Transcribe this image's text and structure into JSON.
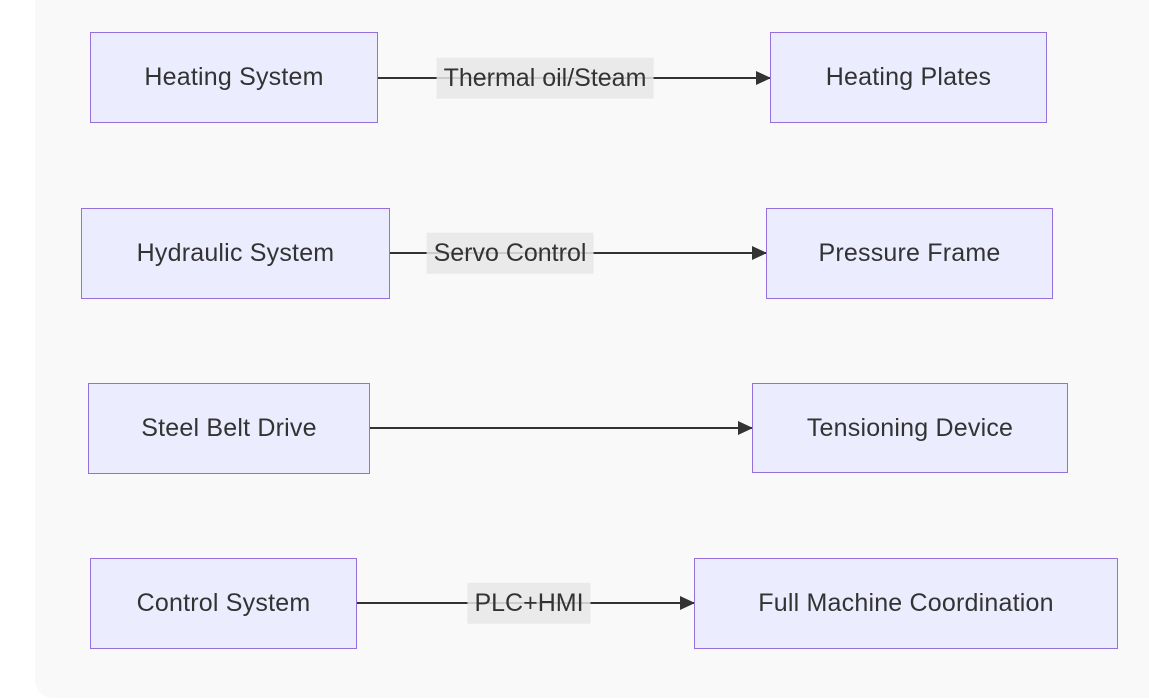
{
  "diagram": {
    "colors": {
      "page_bg": "#ffffff",
      "panel_bg": "#f9f9f9",
      "node_fill": "#ececff",
      "node_border": "#9370db",
      "edge_color": "#333333",
      "text_color": "#333333",
      "edge_label_bg": "#e8e8e8"
    },
    "rows": [
      {
        "source": "Heating System",
        "edge_label": "Thermal oil/Steam",
        "target": "Heating Plates"
      },
      {
        "source": "Hydraulic System",
        "edge_label": "Servo Control",
        "target": "Pressure Frame"
      },
      {
        "source": "Steel Belt Drive",
        "edge_label": "",
        "target": "Tensioning Device"
      },
      {
        "source": "Control System",
        "edge_label": "PLC+HMI",
        "target": "Full Machine Coordination"
      }
    ]
  }
}
